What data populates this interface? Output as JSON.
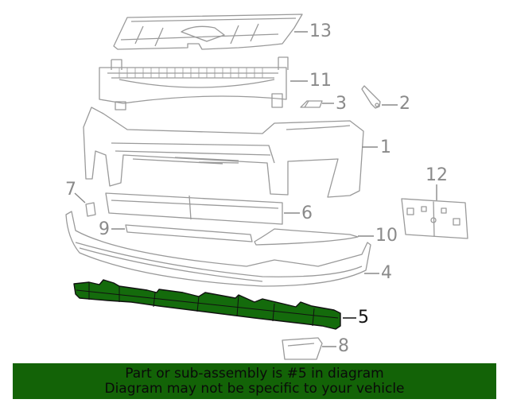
{
  "diagram": {
    "title": "Front bumper assembly parts diagram",
    "highlight_color": "#146b0c",
    "line_color": "#8a8a8a",
    "callouts": [
      {
        "number": "1",
        "part": "bumper-cover-upper"
      },
      {
        "number": "2",
        "part": "bolt"
      },
      {
        "number": "3",
        "part": "small-cap"
      },
      {
        "number": "4",
        "part": "bumper-cover-lower"
      },
      {
        "number": "5",
        "part": "reinforcement-absorber",
        "highlighted": true
      },
      {
        "number": "6",
        "part": "grille-insert"
      },
      {
        "number": "7",
        "part": "clip"
      },
      {
        "number": "8",
        "part": "corner-bracket"
      },
      {
        "number": "9",
        "part": "molding-strip"
      },
      {
        "number": "10",
        "part": "side-trim"
      },
      {
        "number": "11",
        "part": "upper-support"
      },
      {
        "number": "12",
        "part": "top-panel"
      },
      {
        "number": "13",
        "part": "license-plate-bracket"
      }
    ]
  },
  "banner": {
    "line1": "Part or sub-assembly is #5 in diagram",
    "line2": "Diagram may not be specific to your vehicle",
    "background": "#136307"
  }
}
